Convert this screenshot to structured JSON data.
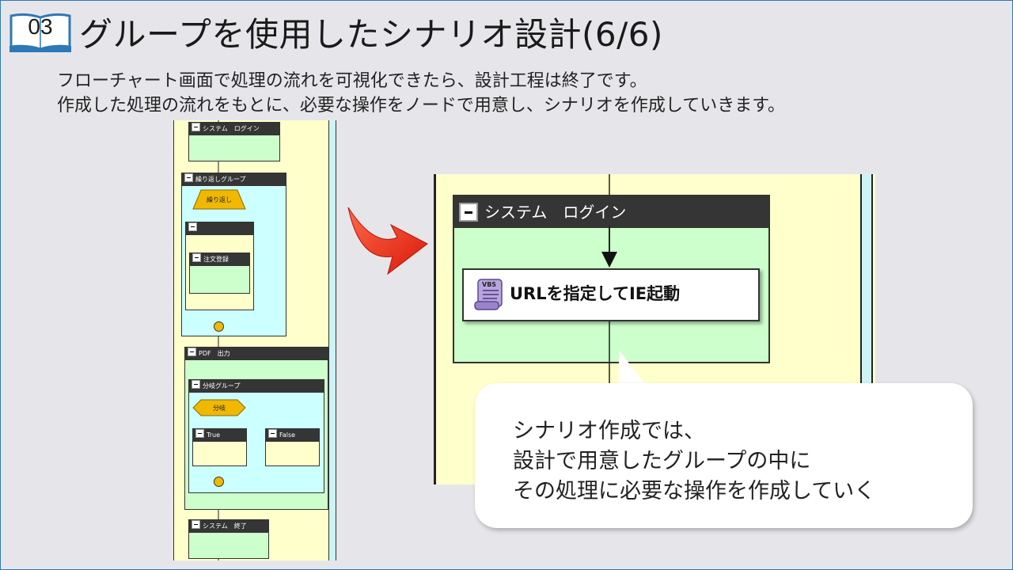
{
  "slide": {
    "number": "03",
    "title": "グループを使用したシナリオ設計(6/6)",
    "intro_lines": [
      "フローチャート画面で処理の流れを可視化できたら、設計工程は終了です。",
      "作成した処理の流れをもとに、必要な操作をノードで用意し、シナリオを作成していきます。"
    ]
  },
  "flowchart": {
    "groups": {
      "system_login": "システム　ログイン",
      "repeat_group": "繰り返しグループ",
      "unnamed": "",
      "order_entry": "注文登録",
      "pdf_output": "PDF　出力",
      "branch_group": "分岐グループ",
      "true_branch": "True",
      "false_branch": "False",
      "system_end": "システム　終了"
    },
    "nodes": {
      "repeat": "繰り返し",
      "branch": "分岐"
    }
  },
  "zoom": {
    "group_title": "システム　ログイン",
    "node_icon": "vbs-script-icon",
    "node_icon_text": "VBS",
    "node_label": "URLを指定してIE起動"
  },
  "callout": {
    "lines": [
      "シナリオ作成では、",
      "設計で用意したグループの中に",
      "その処理に必要な操作を作成していく"
    ]
  },
  "colors": {
    "lane": "#ffffcc",
    "group_green": "#ccffcc",
    "group_cyan": "#ccffff",
    "group_header": "#353535",
    "decision": "#f0b800",
    "arrow_red": "#e8311c",
    "frame_blue": "#2e78b7"
  }
}
